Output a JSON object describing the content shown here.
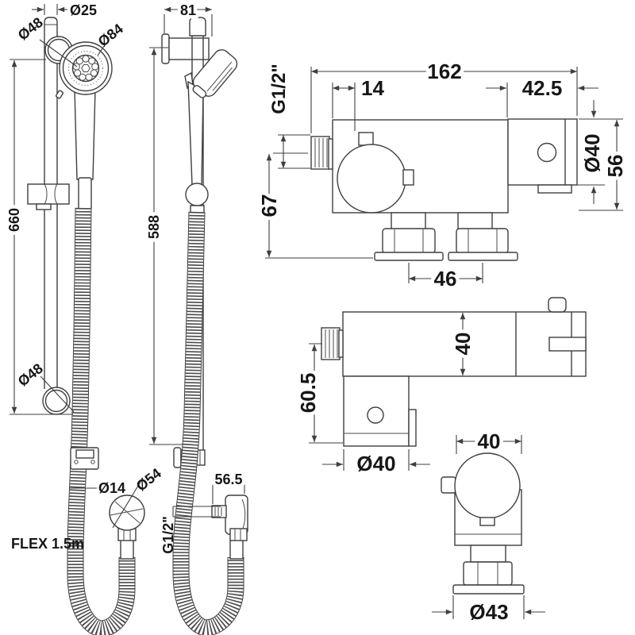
{
  "drawing": {
    "line_color": "#3f3f3f",
    "text_color": "#161616",
    "background": "#ffffff",
    "views": {
      "rail_front": {
        "rail_diameter": "Ø25",
        "top_bracket_diameter": "Ø48",
        "head_diameter": "Ø84",
        "rail_length": "660",
        "bottom_bracket_diameter": "Ø48",
        "hose_diameter": "Ø14",
        "outlet_elbow_diameter": "Ø54",
        "hose_flex_length": "FLEX 1.5m"
      },
      "rail_side": {
        "bracket_projection": "81",
        "bracket_span": "588",
        "outlet_projection": "56.5",
        "outlet_thread": "G1/2\""
      },
      "valve_front": {
        "inlet_thread": "G1/2\"",
        "overall_width": "162",
        "knob_offset": "14",
        "bracket_width": "42.5",
        "bracket_diameter": "Ø40",
        "bracket_height": "56",
        "inlet_drop": "67",
        "outlet_centres": "46"
      },
      "valve_top": {
        "body_depth": "40",
        "outlet_drop": "60.5",
        "outlet_diameter": "Ø40"
      },
      "valve_end": {
        "body_width": "40",
        "flange_diameter": "Ø43"
      }
    }
  }
}
